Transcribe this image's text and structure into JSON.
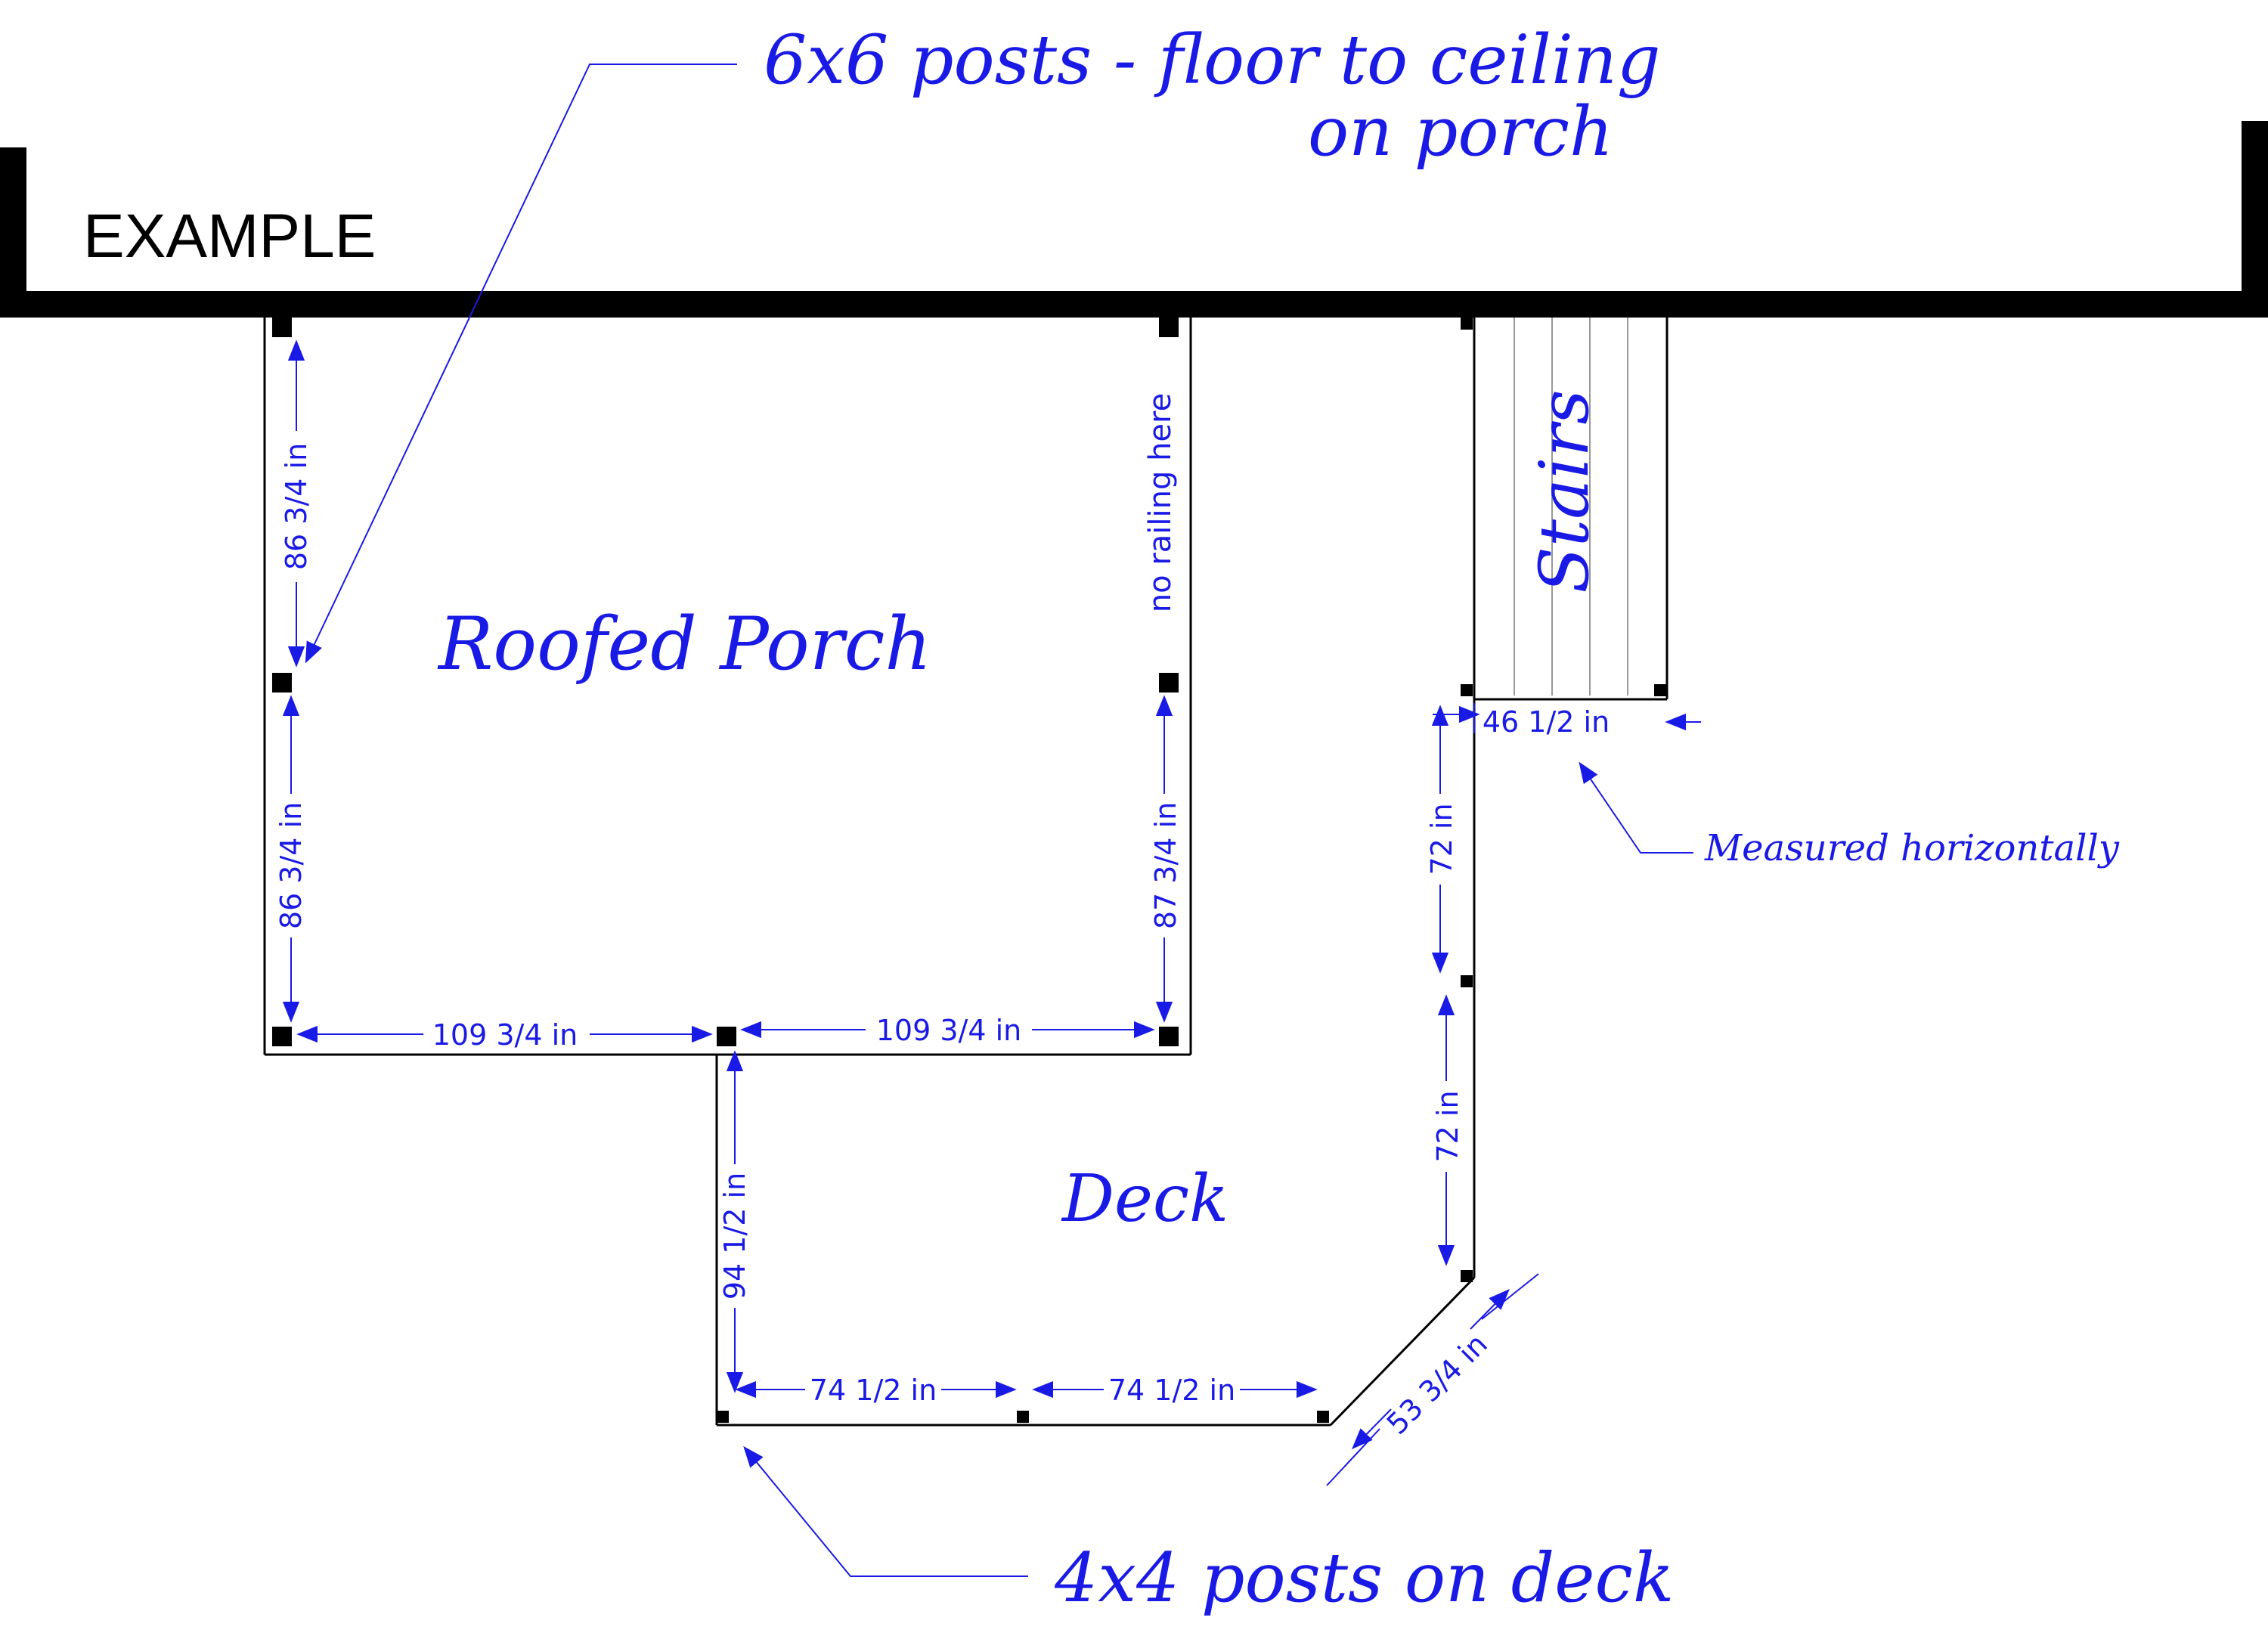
{
  "title": "EXAMPLE",
  "notes": {
    "porch_posts_line1": "6x6 posts - floor to ceiling",
    "porch_posts_line2": "on porch",
    "deck_posts": "4x4 posts on deck",
    "measured": "Measured horizontally",
    "no_railing": "no railing here"
  },
  "areas": {
    "porch": "Roofed Porch",
    "deck": "Deck",
    "stairs": "Stairs"
  },
  "dimensions": {
    "porch_left_upper": "86 3/4 in",
    "porch_left_lower": "86 3/4 in",
    "porch_right_lower": "87 3/4 in",
    "porch_bottom_left": "109 3/4 in",
    "porch_bottom_right": "109 3/4 in",
    "deck_left": "94 1/2 in",
    "deck_bottom_left": "74 1/2 in",
    "deck_bottom_right": "74 1/2 in",
    "deck_diagonal": "53 3/4 in",
    "deck_right_upper": "72 in",
    "deck_right_lower": "72 in",
    "stairs_width": "46 1/2 in"
  },
  "colors": {
    "annotation": "#1a1ae6",
    "structure": "#000000",
    "stair_treads": "#999999"
  }
}
